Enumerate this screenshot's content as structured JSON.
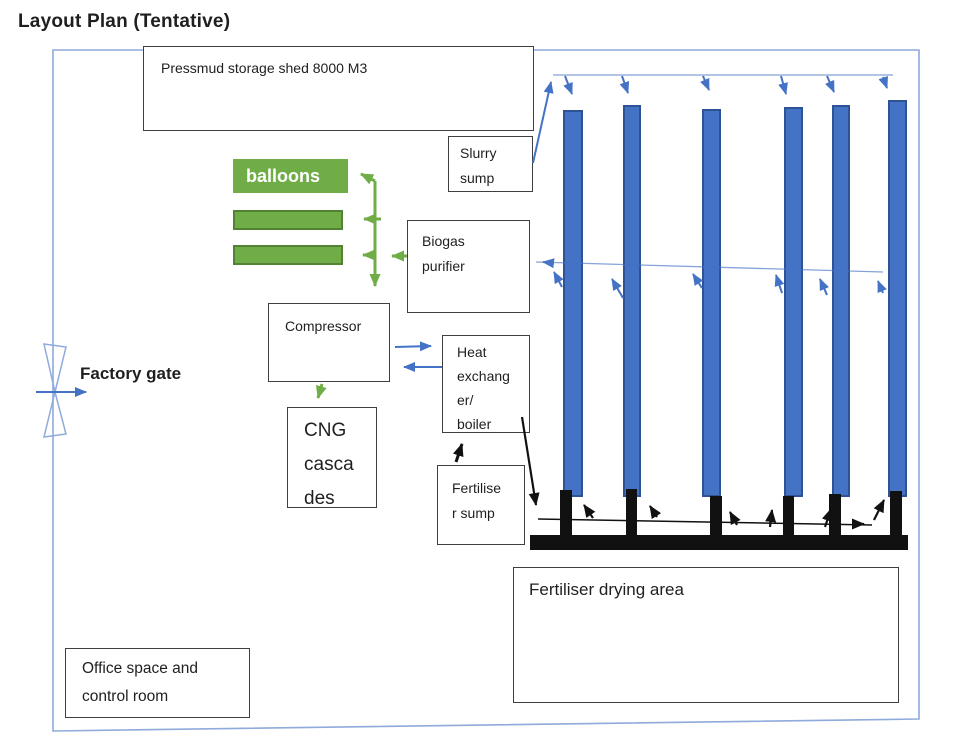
{
  "title": "Layout Plan (Tentative)",
  "labels": {
    "factory_gate": "Factory gate"
  },
  "boxes": {
    "pressmud": {
      "label": "Pressmud storage shed 8000 M3"
    },
    "slurry_sump": {
      "lines": [
        "Slurry",
        "sump"
      ]
    },
    "biogas_purifier": {
      "lines": [
        "Biogas",
        "purifier"
      ]
    },
    "compressor": {
      "label": "Compressor"
    },
    "heat_exchanger": {
      "lines": [
        "Heat",
        "exchang",
        "er/",
        "boiler"
      ]
    },
    "cng_cascades": {
      "lines": [
        "CNG",
        "casca",
        "des"
      ]
    },
    "fertiliser_sump": {
      "lines": [
        "Fertilise",
        "r sump"
      ]
    },
    "fertiliser_drying": {
      "label": "Fertiliser drying area"
    },
    "office": {
      "lines": [
        "Office space and",
        "control room"
      ]
    },
    "balloons": {
      "label": "balloons"
    }
  },
  "digesters": {
    "count": 6
  },
  "gas_balloon_bars": {
    "count": 2
  },
  "colors": {
    "green": "#70AD47",
    "green_dark": "#548235",
    "blue": "#4472C4",
    "blue_dark": "#2E5395",
    "blue_light": "#8FAADC",
    "black": "#111111",
    "box_border": "#3F3F3F",
    "text": "#1F1F1F"
  }
}
